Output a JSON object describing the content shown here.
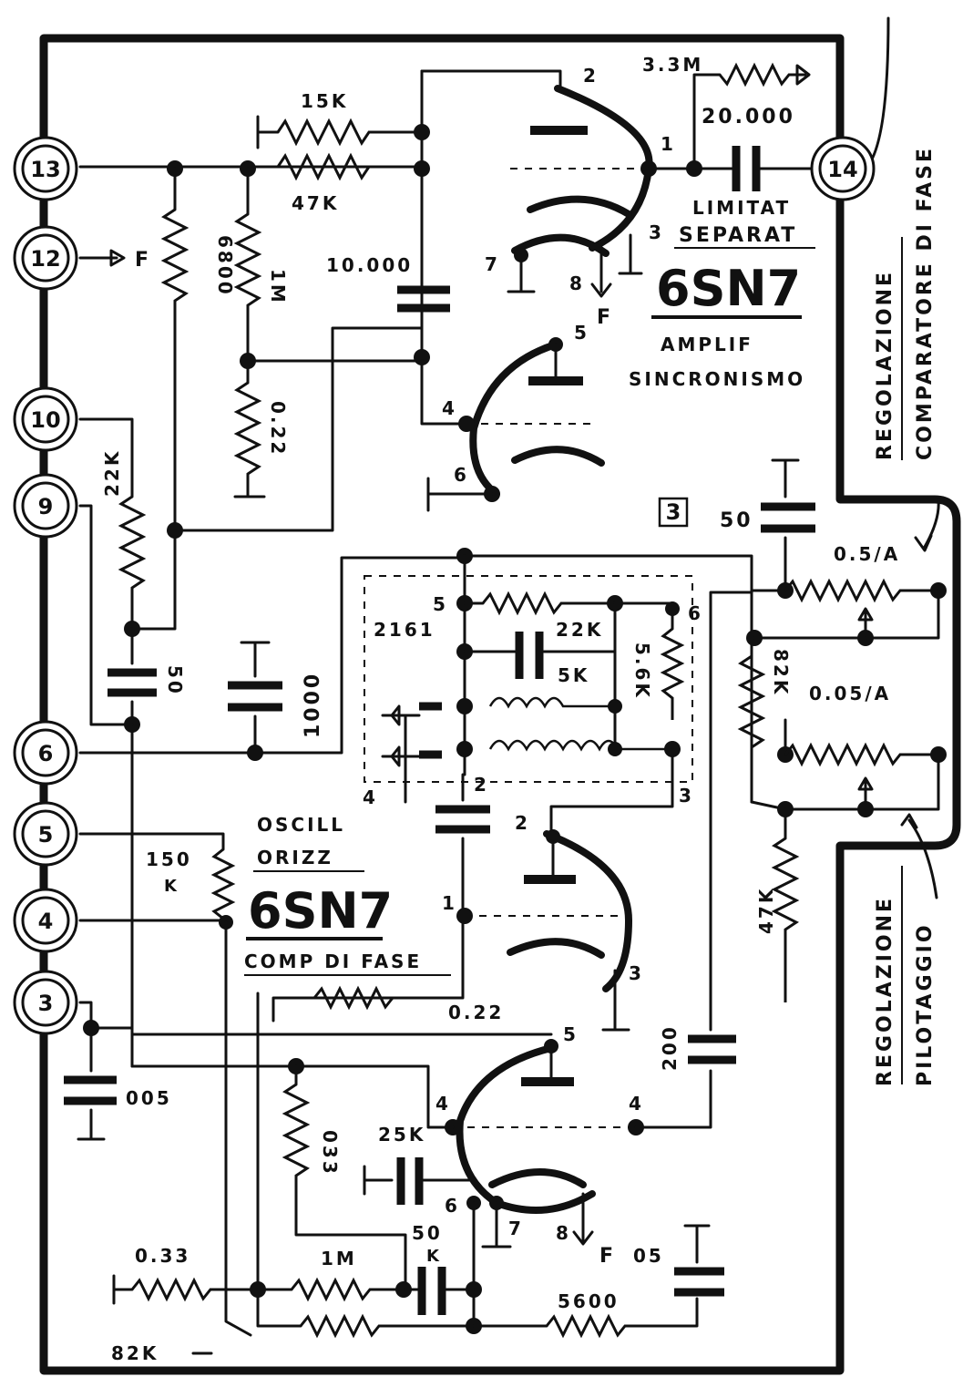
{
  "terminals": [
    "13",
    "12",
    "10",
    "9",
    "6",
    "5",
    "4",
    "3",
    "14"
  ],
  "tubes": {
    "upper": {
      "type": "6SN7",
      "line1": "AMPLIF",
      "line2": "SINCRONISMO",
      "sec_line1": "LIMITAT",
      "sec_line2": "SEPARAT"
    },
    "lower": {
      "type": "6SN7",
      "line1": "OSCILL",
      "line2": "ORIZZ",
      "line3": "COMP DI FASE"
    }
  },
  "pins": [
    "2",
    "1",
    "3",
    "7",
    "8",
    "5",
    "4",
    "6"
  ],
  "component_labels": {
    "r_15k": "15K",
    "r_47k": "47K",
    "r_6800": "6800",
    "r_1m": "1M",
    "r_022a": "0.22",
    "c_10000": "10.000",
    "r_33m": "3.3M",
    "c_20000": "20.000",
    "r_22k": "22K",
    "c_50a": "50",
    "c_1000": "1000",
    "c_50b": "50",
    "pot_05": "0.5/A",
    "r_82k": "82K",
    "pot_005": "0.05/A",
    "r_47kb": "47K",
    "t_2161": "2161",
    "r_22k_b": "22K",
    "c_5k": "5K",
    "r_56k": "5.6K",
    "r_150k_a": "150",
    "r_150k_b": "K",
    "r_022b": "0.22",
    "c_200": "200",
    "c_005": "005",
    "r_033a": "033",
    "c_25k": "25K",
    "r_033b": "0.33",
    "r_1mb": "1M",
    "c_50c": "50",
    "c_50c_b": "K",
    "c_05": "05",
    "r_5600": "5600",
    "r_82kb": "82K",
    "box3": "3",
    "F": "F"
  },
  "side_labels": {
    "top_a": "REGOLAZIONE",
    "top_b": "COMPARATORE DI FASE",
    "bot_a": "REGOLAZIONE",
    "bot_b": "PILOTAGGIO"
  }
}
